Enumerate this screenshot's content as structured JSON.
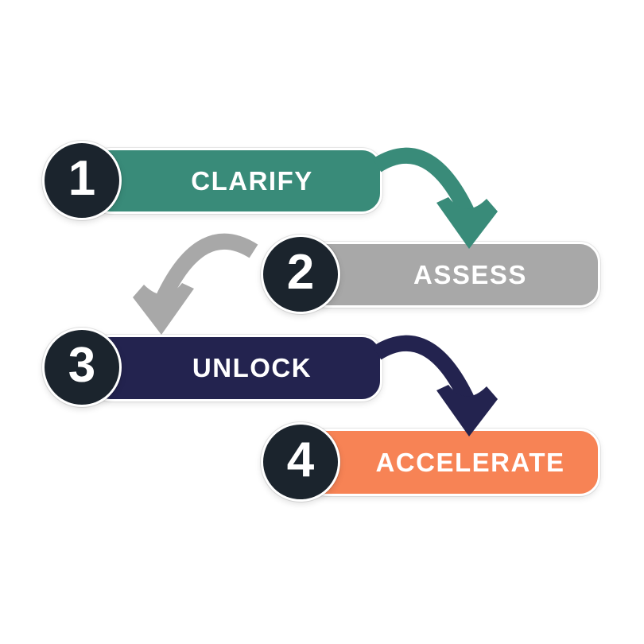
{
  "colors": {
    "background": "#ffffff",
    "circle_fill": "#1b242d",
    "text_on_fill": "#ffffff",
    "teal": "#398b79",
    "gray": "#a8a8a8",
    "navy": "#23234f",
    "orange": "#f78355"
  },
  "steps": [
    {
      "number": "1",
      "label": "CLARIFY",
      "color": "#398b79"
    },
    {
      "number": "2",
      "label": "ASSESS",
      "color": "#a8a8a8"
    },
    {
      "number": "3",
      "label": "UNLOCK",
      "color": "#23234f"
    },
    {
      "number": "4",
      "label": "ACCELERATE",
      "color": "#f78355"
    }
  ],
  "arrows": [
    {
      "name": "arrow-clarify-to-assess",
      "direction": "right-down",
      "color": "#398b79"
    },
    {
      "name": "arrow-assess-to-unlock",
      "direction": "left-down",
      "color": "#a8a8a8"
    },
    {
      "name": "arrow-unlock-to-accelerate",
      "direction": "right-down",
      "color": "#23234f"
    }
  ]
}
